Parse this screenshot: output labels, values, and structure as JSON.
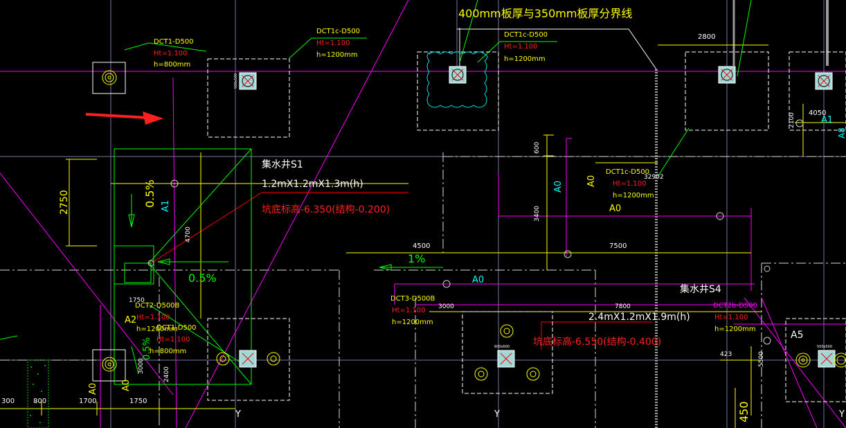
{
  "colors": {
    "background": "#000000",
    "yellow": "#ffff00",
    "green": "#00ff00",
    "magenta": "#ff00ff",
    "red": "#ff0000",
    "cyan": "#00ffff",
    "white": "#ffffff",
    "gray": "#8080a0"
  },
  "title_note": "400mm板厚与350mm板厚分界线",
  "pile_caps": [
    {
      "code": "DCT1-D500",
      "ht": "Ht=1.100",
      "h": "h=800mm"
    },
    {
      "code": "DCT1c-D500",
      "ht": "Ht=1.100",
      "h": "h=1200mm"
    },
    {
      "code": "DCT1c-D500",
      "ht": "Ht=1.100",
      "h": "h=1200mm"
    },
    {
      "code": "DCT1c-D500",
      "ht": "Ht=1.100",
      "h": "h=1200mm"
    },
    {
      "code": "DCT2-D500B",
      "ht": "Ht=1.100",
      "h": "h=1200mm"
    },
    {
      "code": "DCT1-D500",
      "ht": "Ht=1.100",
      "h": "h=800mm"
    },
    {
      "code": "DCT3-D500B",
      "ht": "Ht=1.100",
      "h": "h=1200mm"
    },
    {
      "code": "DCT2b-D500",
      "ht": "Ht=1.100",
      "h": "h=1200mm"
    }
  ],
  "sumps": [
    {
      "name": "集水井S1",
      "size": "1.2mX1.2mX1.3m(h)",
      "elev": "坑底标高-6.350(结构-0.200)"
    },
    {
      "name": "集水井S4",
      "size": "2.4mX1.2mX1.9m(h)",
      "elev": "坑底标高-6.550(结构-0.400)"
    }
  ],
  "dims": {
    "d2750": "2750",
    "d2800": "2800",
    "d4050": "4050",
    "d2100": "2100",
    "d600": "600",
    "d3400": "3400",
    "d4500": "4500",
    "d7500": "7500",
    "d4700": "4700",
    "d1750a": "1750",
    "d3000a": "3000",
    "d2400": "2400",
    "d1700": "1700",
    "d1750b": "1750",
    "d800": "800",
    "d300": "300",
    "d3000b": "3000",
    "d7800": "7800",
    "d423": "423",
    "d5500": "5500",
    "d450": "450",
    "d32902": "32902"
  },
  "slopes": {
    "s1": "0.5%",
    "s2": "0.5%",
    "s3": "1%",
    "s4": "0.5%"
  },
  "zones": {
    "a1_left": "A1",
    "a1_right": "A1",
    "a0_v1": "A0",
    "a0_v2": "A0",
    "a0_mid": "A0",
    "a0_low": "A0",
    "a0_bl1": "A0",
    "a0_bl2": "A0",
    "a2": "A2",
    "a5": "A5",
    "a8": "A8"
  },
  "axis_y": "Y",
  "small_tag": "500x500",
  "small_tag2": "600x600"
}
